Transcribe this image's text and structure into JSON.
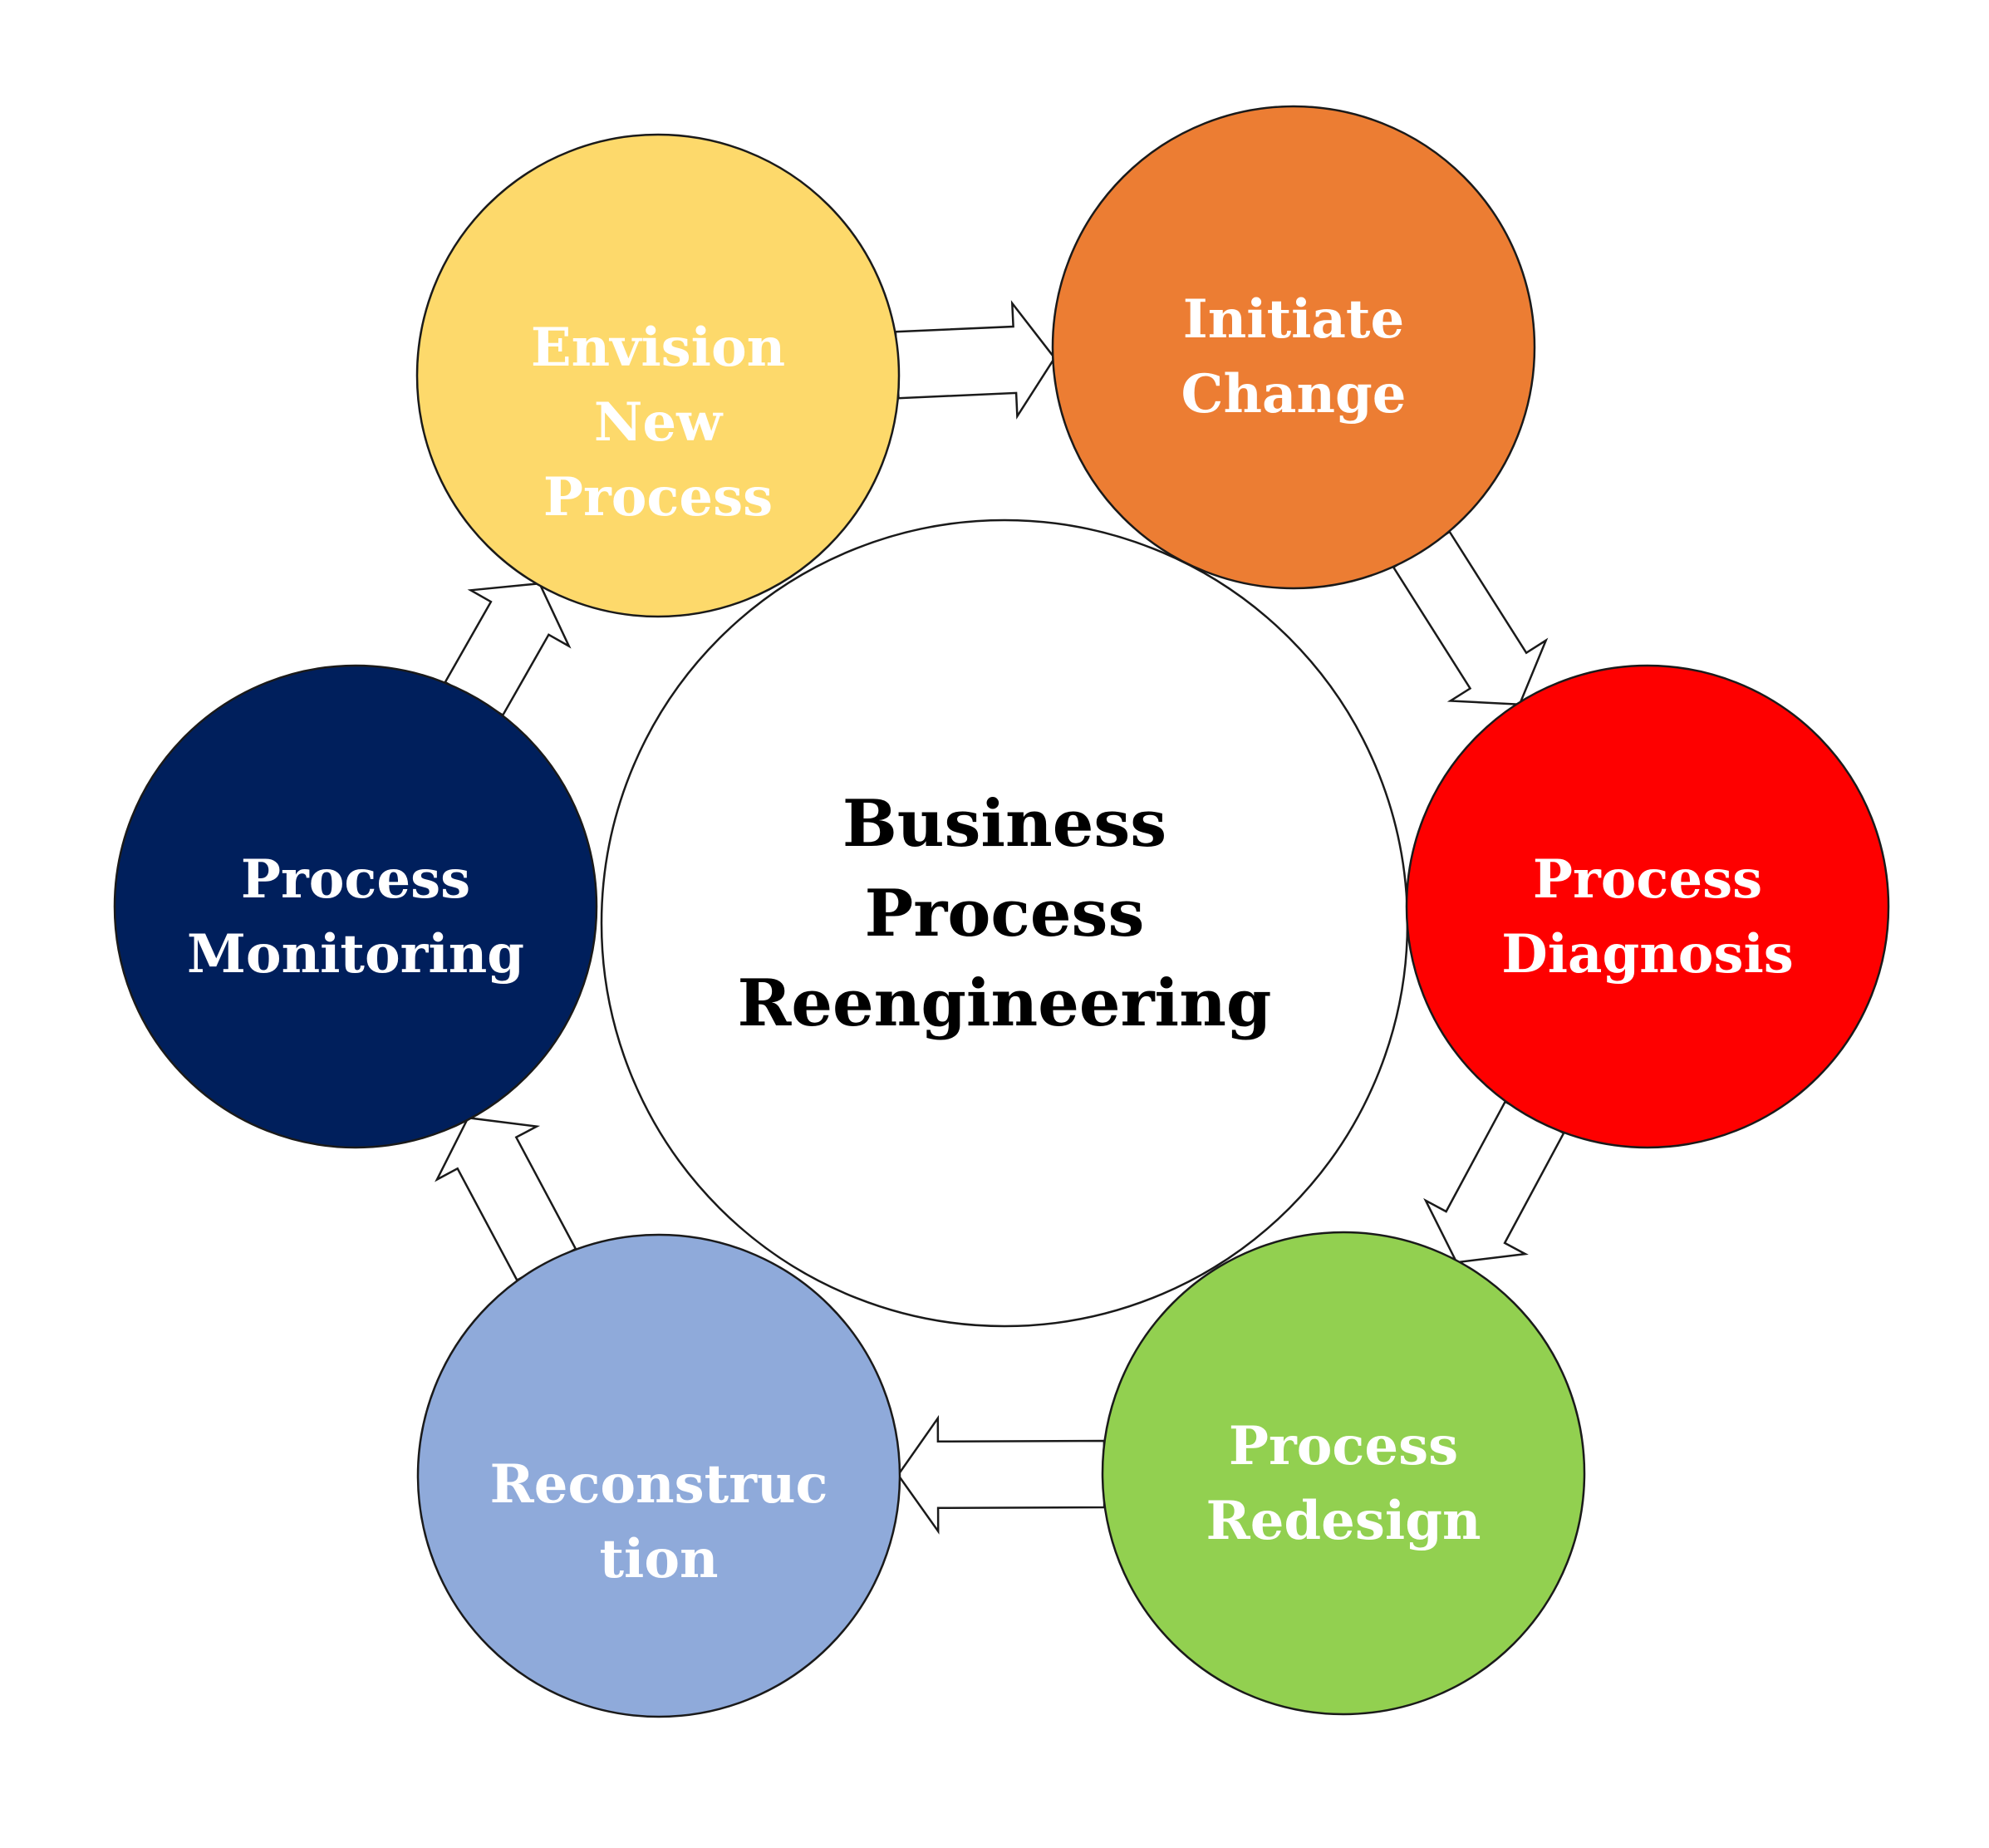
{
  "center": {
    "lines": [
      "Business",
      "Process",
      "Reengineering"
    ]
  },
  "stages": [
    {
      "id": "envision",
      "lines": [
        "Envision",
        "New",
        "Process"
      ],
      "color": "#FDD96B"
    },
    {
      "id": "initiate",
      "lines": [
        "Initiate",
        "Change"
      ],
      "color": "#EC7D33"
    },
    {
      "id": "diagnosis",
      "lines": [
        "Process",
        "Diagnosis"
      ],
      "color": "#FE0000"
    },
    {
      "id": "redesign",
      "lines": [
        "Process",
        "Redesign"
      ],
      "color": "#92D050"
    },
    {
      "id": "reconstruction",
      "lines": [
        "Reconstruc",
        "tion"
      ],
      "color": "#8FAADA"
    },
    {
      "id": "monitoring",
      "lines": [
        "Process",
        "Monitoring"
      ],
      "color": "#001F5C"
    }
  ],
  "flow": [
    [
      "envision",
      "initiate"
    ],
    [
      "initiate",
      "diagnosis"
    ],
    [
      "diagnosis",
      "redesign"
    ],
    [
      "redesign",
      "reconstruction"
    ],
    [
      "reconstruction",
      "monitoring"
    ],
    [
      "monitoring",
      "envision"
    ]
  ]
}
